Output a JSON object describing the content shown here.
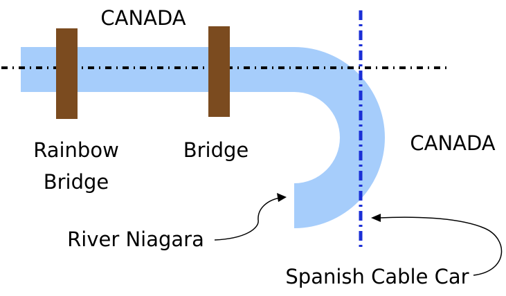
{
  "labels": {
    "canada_top": "CANADA",
    "canada_right": "CANADA",
    "rainbow_bridge_line1": "Rainbow",
    "rainbow_bridge_line2": "Bridge",
    "bridge": "Bridge",
    "river": "River Niagara",
    "cable_car": "Spanish Cable Car"
  },
  "colors": {
    "river": "#a6cdfb",
    "bridge": "#7b4b1f",
    "border_line": "#000000",
    "cable_car_line": "#1b2fd6",
    "text": "#000000"
  }
}
